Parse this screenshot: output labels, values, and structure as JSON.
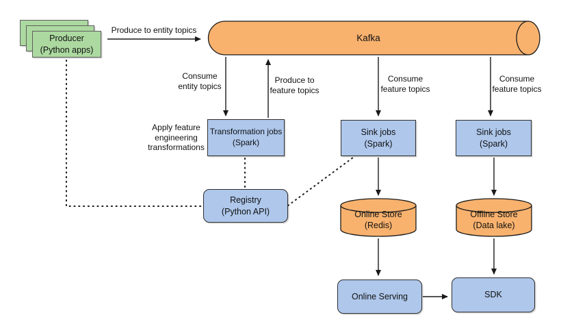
{
  "diagram": {
    "nodes": {
      "producer": {
        "label": "Producer",
        "sublabel": "(Python apps)",
        "shape": "stacked-rect",
        "color": "green"
      },
      "kafka": {
        "label": "Kafka",
        "shape": "horizontal-cylinder",
        "color": "orange"
      },
      "transformation_jobs": {
        "label": "Transformation jobs",
        "sublabel": "(Spark)",
        "shape": "rect",
        "color": "blue"
      },
      "registry": {
        "label": "Registry",
        "sublabel": "(Python API)",
        "shape": "rounded-rect",
        "color": "blue"
      },
      "sink_jobs_online": {
        "label": "Sink jobs",
        "sublabel": "(Spark)",
        "shape": "rect",
        "color": "blue"
      },
      "sink_jobs_offline": {
        "label": "Sink jobs",
        "sublabel": "(Spark)",
        "shape": "rect",
        "color": "blue"
      },
      "online_store": {
        "label": "Online Store",
        "sublabel": "(Redis)",
        "shape": "cylinder",
        "color": "orange"
      },
      "offline_store": {
        "label": "Offline Store",
        "sublabel": "(Data lake)",
        "shape": "cylinder",
        "color": "orange"
      },
      "online_serving": {
        "label": "Online Serving",
        "shape": "rounded-rect",
        "color": "blue"
      },
      "sdk": {
        "label": "SDK",
        "shape": "rounded-rect",
        "color": "blue"
      }
    },
    "edge_labels": {
      "produce_entity_topics": [
        "Produce to entity topics"
      ],
      "consume_entity_topics": [
        "Consume",
        "entity topics"
      ],
      "produce_feature_topics": [
        "Produce to",
        "feature topics"
      ],
      "consume_feature_topics_online": [
        "Consume",
        "feature topics"
      ],
      "consume_feature_topics_offline": [
        "Consume",
        "feature topics"
      ],
      "apply_transformations": [
        "Apply feature",
        "engineering",
        "transformations"
      ]
    },
    "colors": {
      "green_fill": "#acd9a0",
      "green_stroke": "#5e5e5e",
      "blue_fill": "#aec7eb",
      "blue_stroke": "#2f2f2f",
      "orange_fill": "#f8b26e",
      "orange_stroke": "#1a1a1a",
      "arrow": "#1a1a1a",
      "text": "#111111",
      "background": "#ffffff"
    }
  }
}
